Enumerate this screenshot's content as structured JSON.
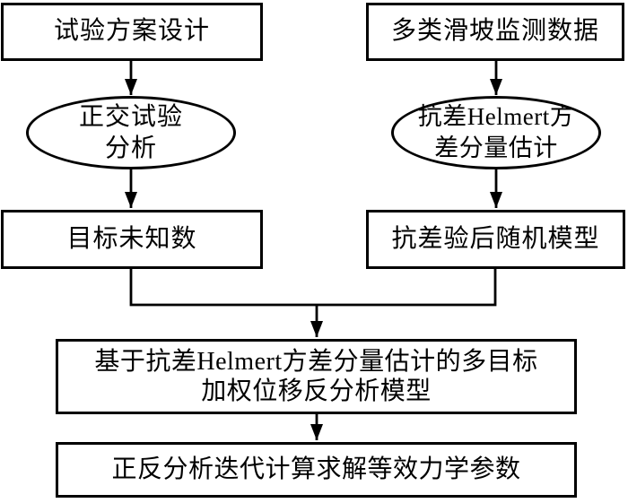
{
  "colors": {
    "background": "#ffffff",
    "stroke": "#000000",
    "text": "#000000"
  },
  "flowchart": {
    "design_box": {
      "label": "试验方案设计"
    },
    "data_box": {
      "label": "多类滑坡监测数据"
    },
    "orthogonal_ellipse": {
      "line1": "正交试验",
      "line2": "分析"
    },
    "helmert_ellipse": {
      "line1": "抗差Helmert方",
      "line2": "差分量估计"
    },
    "target_box": {
      "label": "目标未知数"
    },
    "stochastic_box": {
      "label": "抗差验后随机模型"
    },
    "model_box": {
      "line1": "基于抗差Helmert方差分量估计的多目标",
      "line2": "加权位移反分析模型"
    },
    "solve_box": {
      "label": "正反分析迭代计算求解等效力学参数"
    }
  }
}
